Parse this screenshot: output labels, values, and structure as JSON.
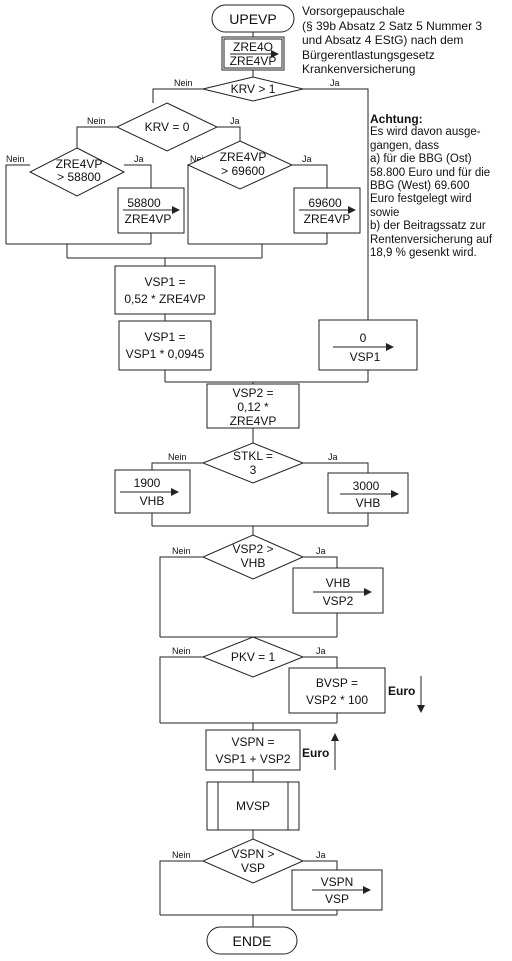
{
  "header": {
    "lines": [
      "Vorsorgepauschale",
      "(§ 39b Absatz 2 Satz 5 Nummer 3",
      "und Absatz 4 EStG) nach dem",
      "Bürgerentlastungsgesetz",
      "Krankenversicherung"
    ]
  },
  "note": {
    "title": "Achtung:",
    "lines": [
      "Es wird davon ausge-",
      "gangen, dass",
      "a) für die BBG (Ost)",
      "58.800 Euro und für die",
      "BBG (West) 69.600",
      "Euro festgelegt wird",
      "sowie",
      "b) der Beitragssatz zur",
      "Rentenversicherung auf",
      "18,9 % gesenkt wird."
    ]
  },
  "labels": {
    "yes": "Ja",
    "no": "Nein",
    "euro": "Euro"
  },
  "nodes": {
    "start": "UPEVP",
    "assign_zre": {
      "from": "ZRE4O",
      "to": "ZRE4VP"
    },
    "dec_krv": "KRV > 1",
    "dec_krv0": "KRV = 0",
    "dec_ost": [
      "ZRE4VP",
      "> 58800"
    ],
    "dec_west": [
      "ZRE4VP",
      "> 69600"
    ],
    "assign_ost": {
      "from": "58800",
      "to": "ZRE4VP"
    },
    "assign_west": {
      "from": "69600",
      "to": "ZRE4VP"
    },
    "vsp1_a": [
      "VSP1 =",
      "0,52 * ZRE4VP"
    ],
    "vsp1_b": [
      "VSP1 =",
      "VSP1 * 0,0945"
    ],
    "assign_vsp1_zero": {
      "from": "0",
      "to": "VSP1"
    },
    "vsp2": [
      "VSP2 =",
      "0,12 *",
      "ZRE4VP"
    ],
    "dec_stkl": [
      "STKL =",
      "3"
    ],
    "assign_vhb_1900": {
      "from": "1900",
      "to": "VHB"
    },
    "assign_vhb_3000": {
      "from": "3000",
      "to": "VHB"
    },
    "dec_vsp2": [
      "VSP2 >",
      "VHB"
    ],
    "assign_vsp2": {
      "from": "VHB",
      "to": "VSP2"
    },
    "dec_pkv": "PKV = 1",
    "bvsp": [
      "BVSP =",
      "VSP2 * 100"
    ],
    "vspn": [
      "VSPN =",
      "VSP1 + VSP2"
    ],
    "mvsp": "MVSP",
    "dec_vspn": [
      "VSPN >",
      "VSP"
    ],
    "assign_vsp": {
      "from": "VSPN",
      "to": "VSP"
    },
    "end": "ENDE"
  }
}
